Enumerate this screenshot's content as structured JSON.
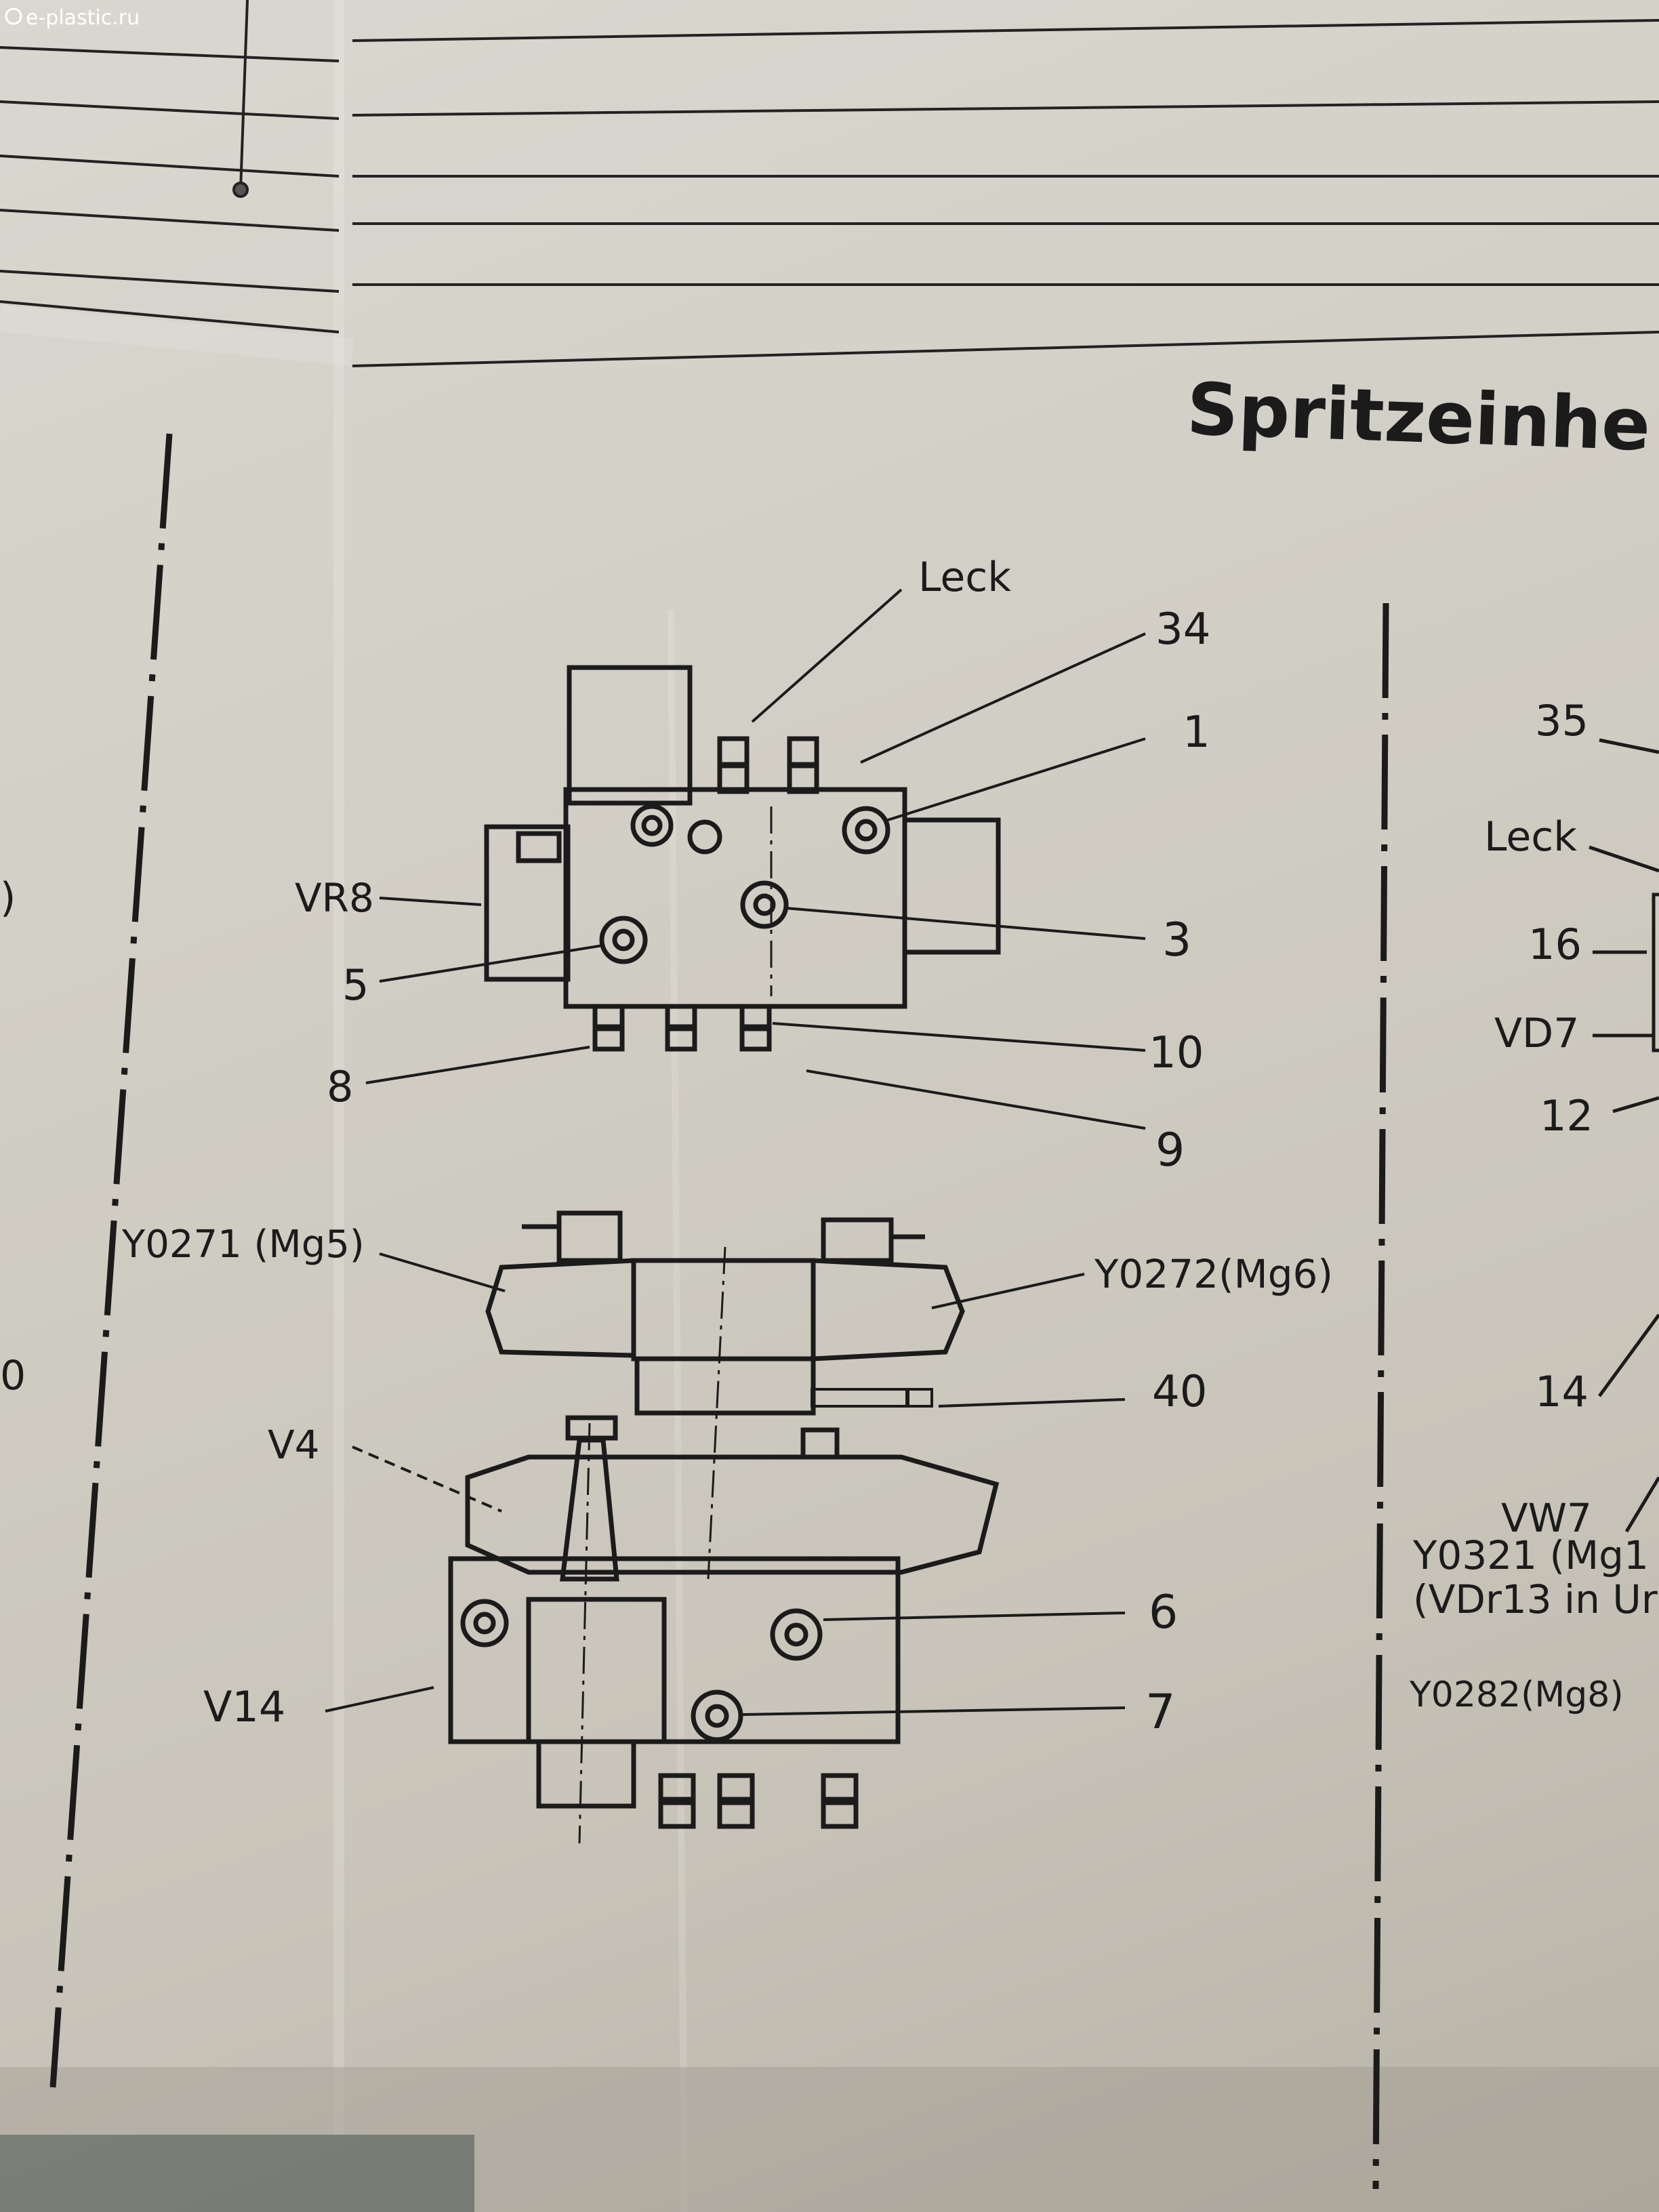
{
  "watermark": "e-plastic.ru",
  "title": "Spritzeinhe",
  "left_diagram": {
    "labels": {
      "leck": "Leck",
      "n34": "34",
      "n1": "1",
      "vr8": "VR8",
      "n3": "3",
      "n5": "5",
      "n10": "10",
      "n8": "8",
      "n9": "9",
      "y0271": "Y0271 (Mg5)",
      "y0272": "Y0272(Mg6)",
      "n40": "40",
      "v4": "V4",
      "n6": "6",
      "v14": "V14",
      "n7": "7"
    }
  },
  "right_diagram": {
    "labels": {
      "n35": "35",
      "leck": "Leck",
      "n16": "16",
      "vd7": "VD7",
      "n12": "12",
      "n14": "14",
      "vw7": "VW7",
      "y0321": "Y0321 (Mg1",
      "vdr13": "(VDr13 in Ur",
      "y0282": "Y0282(Mg8)"
    }
  },
  "edge_marks": {
    "paren": ")",
    "zero": "0"
  }
}
